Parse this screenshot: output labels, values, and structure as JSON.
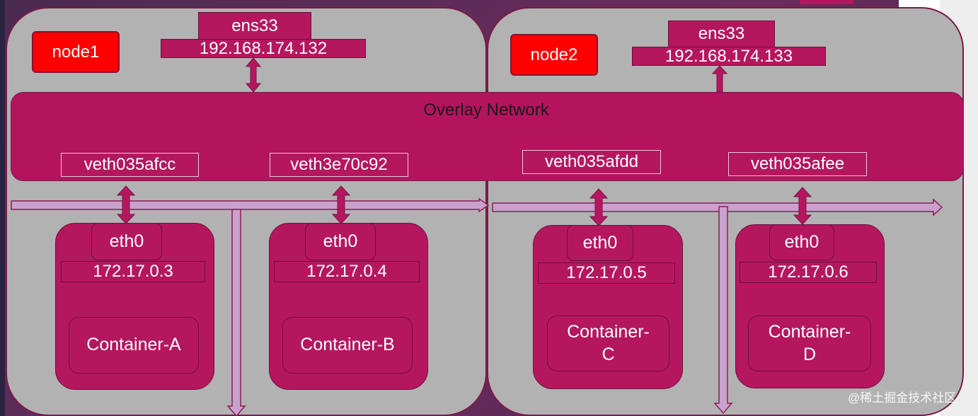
{
  "nodes": [
    {
      "label": "node1",
      "ens_label": "ens33",
      "ip": "192.168.174.132"
    },
    {
      "label": "node2",
      "ens_label": "ens33",
      "ip": "192.168.174.133"
    }
  ],
  "overlay": {
    "title": "Overlay Network"
  },
  "veths": [
    "veth035afcc",
    "veth3e70c92",
    "veth035afdd",
    "veth035afee"
  ],
  "containers": [
    {
      "eth": "eth0",
      "ip": "172.17.0.3",
      "name": "Container-A"
    },
    {
      "eth": "eth0",
      "ip": "172.17.0.4",
      "name": "Container-B"
    },
    {
      "eth": "eth0",
      "ip": "172.17.0.5",
      "name": "Container-\nC"
    },
    {
      "eth": "eth0",
      "ip": "172.17.0.6",
      "name": "Container-\nD"
    }
  ],
  "watermark": "@稀土掘金技术社区",
  "colors": {
    "node_bg": "#b2b2b2",
    "accent": "#b5175f",
    "tag_red": "#ff0000",
    "arrow_fill": "#c8a2cc"
  }
}
